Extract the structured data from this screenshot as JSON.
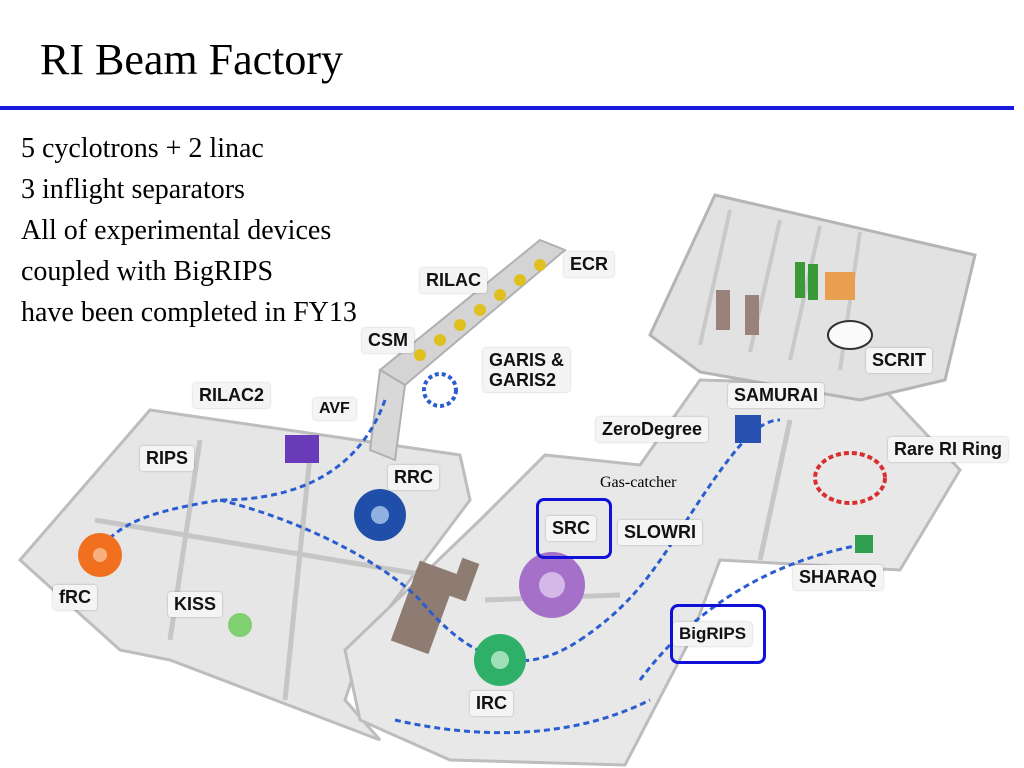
{
  "title": "RI Beam Factory",
  "bullets": [
    "5 cyclotrons + 2 linac",
    "3 inflight separators",
    "All of experimental devices",
    "coupled with BigRIPS",
    "have been completed in FY13"
  ],
  "labels": {
    "ecr": "ECR",
    "rilac": "RILAC",
    "csm": "CSM",
    "garis": "GARIS &\nGARIS2",
    "scrit": "SCRIT",
    "rilac2": "RILAC2",
    "avf": "AVF",
    "samurai": "SAMURAI",
    "zerodegree": "ZeroDegree",
    "rare_ri_ring": "Rare RI Ring",
    "rips": "RIPS",
    "rrc": "RRC",
    "gas_catcher": "Gas-catcher",
    "src": "SRC",
    "slowri": "SLOWRI",
    "sharaq": "SHARAQ",
    "frc": "fRC",
    "kiss": "KISS",
    "bigrips": "BigRIPS",
    "irc": "IRC"
  },
  "colors": {
    "title_rule": "#1a1adf",
    "highlight_box": "#1010d8",
    "floor": "#e3e3e3",
    "wall": "#c8c8c8"
  }
}
